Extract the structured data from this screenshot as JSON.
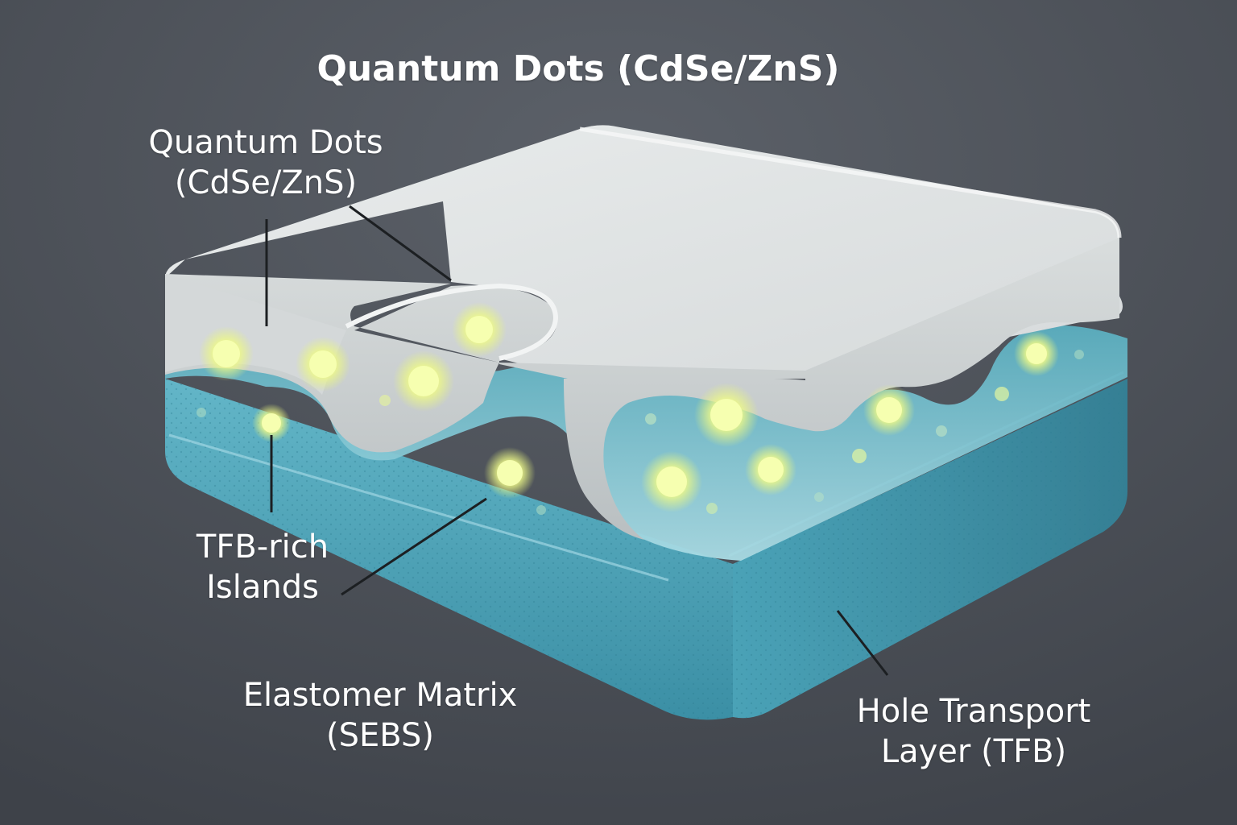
{
  "title": "Quantum Dots (CdSe/ZnS)",
  "labels": {
    "quantum_dots": {
      "line1": "Quantum Dots",
      "line2": "(CdSe/ZnS)"
    },
    "tfb_islands": {
      "line1": "TFB-rich",
      "line2": "Islands"
    },
    "elastomer": {
      "line1": "Elastomer Matrix",
      "line2": "(SEBS)"
    },
    "hole_transport": {
      "line1": "Hole Transport",
      "line2": "Layer (TFB)"
    }
  },
  "colors": {
    "background": "#4b5058",
    "top_layer": "#e2e5e6",
    "top_layer_side": "#c6cbcd",
    "teal_layer": "#4aa3b8",
    "teal_layer_dark": "#3a8ea3",
    "cavity": "#8cc9d6",
    "quantum_dot": "#f4ff9e",
    "leader_line": "#1c1f22"
  },
  "icons": {
    "quantum_dot": "glowing-dot-icon"
  }
}
